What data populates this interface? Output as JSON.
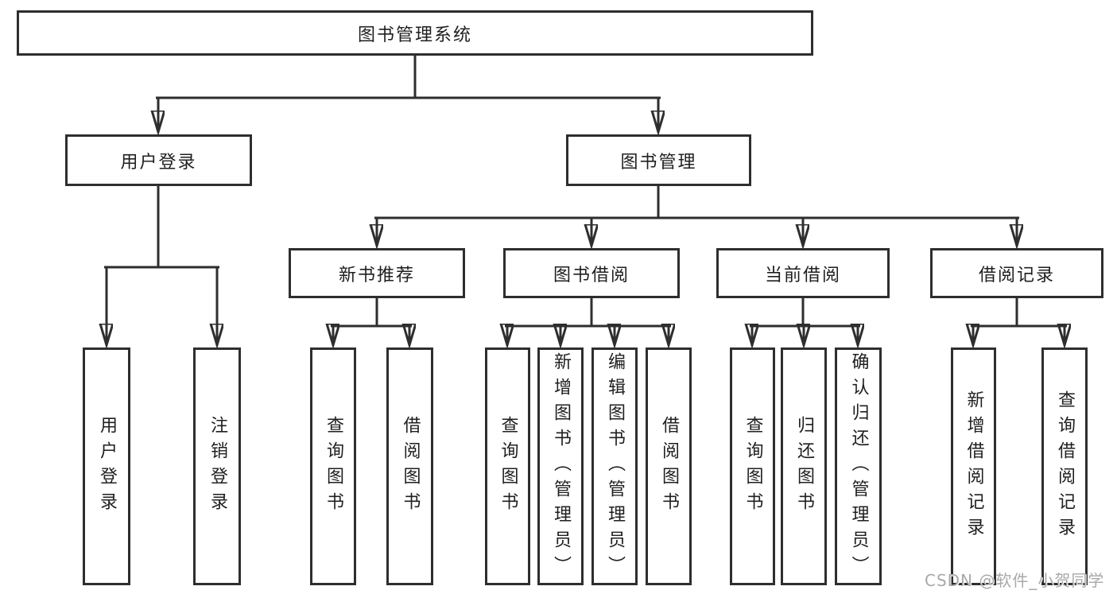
{
  "diagram": {
    "root": {
      "label": "图书管理系统"
    },
    "branches": [
      {
        "label": "用户登录",
        "children": [
          {
            "label": "用户登录"
          },
          {
            "label": "注销登录"
          }
        ]
      },
      {
        "label": "图书管理",
        "children": [
          {
            "label": "新书推荐",
            "children": [
              {
                "label": "查询图书"
              },
              {
                "label": "借阅图书"
              }
            ]
          },
          {
            "label": "图书借阅",
            "children": [
              {
                "label": "查询图书"
              },
              {
                "label": "新增图书（管理员）"
              },
              {
                "label": "编辑图书（管理员）"
              },
              {
                "label": "借阅图书"
              }
            ]
          },
          {
            "label": "当前借阅",
            "children": [
              {
                "label": "查询图书"
              },
              {
                "label": "归还图书"
              },
              {
                "label": "确认归还（管理员）"
              }
            ]
          },
          {
            "label": "借阅记录",
            "children": [
              {
                "label": "新增借阅记录"
              },
              {
                "label": "查询借阅记录"
              }
            ]
          }
        ]
      }
    ]
  },
  "watermark": {
    "text": "CSDN @软件_小贺同学"
  },
  "colors": {
    "line": "#2e2e2e",
    "box_border": "#2e2e2e",
    "text": "#1f1f1f",
    "watermark": "#a9a9a9",
    "background": "#ffffff"
  }
}
